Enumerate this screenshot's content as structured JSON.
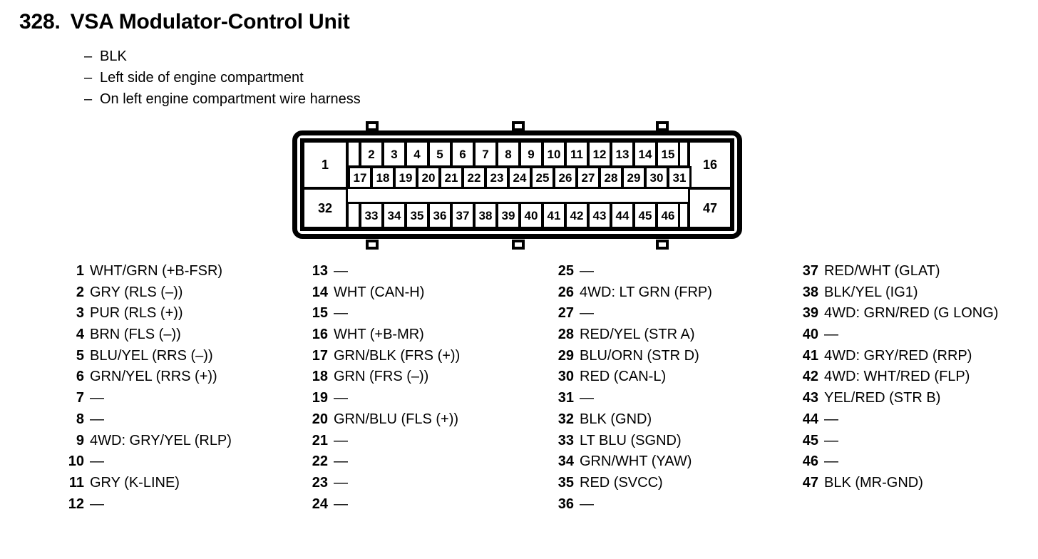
{
  "header": {
    "number": "328.",
    "title": "VSA Modulator-Control Unit",
    "notes": [
      "BLK",
      "Left side of engine compartment",
      "On left engine compartment wire harness"
    ],
    "dash": "–"
  },
  "connector": {
    "name": "47-pin connector pinout diagram",
    "row_top": [
      "1",
      "2",
      "3",
      "4",
      "5",
      "6",
      "7",
      "8",
      "9",
      "10",
      "11",
      "12",
      "13",
      "14",
      "15",
      "16"
    ],
    "row_mid": [
      "17",
      "18",
      "19",
      "20",
      "21",
      "22",
      "23",
      "24",
      "25",
      "26",
      "27",
      "28",
      "29",
      "30",
      "31"
    ],
    "row_bottom_left": "32",
    "row_bottom": [
      "33",
      "34",
      "35",
      "36",
      "37",
      "38",
      "39",
      "40",
      "41",
      "42",
      "43",
      "44",
      "45",
      "46"
    ],
    "row_bottom_right": "47",
    "tab_count": 6
  },
  "pins": {
    "empty_marker": "—",
    "columns": [
      {
        "name": "column-1",
        "items": [
          {
            "num": "1",
            "desc": "WHT/GRN (+B-FSR)"
          },
          {
            "num": "2",
            "desc": "GRY (RLS (–))"
          },
          {
            "num": "3",
            "desc": "PUR (RLS (+))"
          },
          {
            "num": "4",
            "desc": "BRN (FLS (–))"
          },
          {
            "num": "5",
            "desc": "BLU/YEL (RRS (–))"
          },
          {
            "num": "6",
            "desc": "GRN/YEL (RRS (+))"
          },
          {
            "num": "7",
            "desc": "—"
          },
          {
            "num": "8",
            "desc": "—"
          },
          {
            "num": "9",
            "desc": "4WD: GRY/YEL (RLP)"
          },
          {
            "num": "10",
            "desc": "—"
          },
          {
            "num": "11",
            "desc": "GRY (K-LINE)"
          },
          {
            "num": "12",
            "desc": "—"
          }
        ]
      },
      {
        "name": "column-2",
        "items": [
          {
            "num": "13",
            "desc": "—"
          },
          {
            "num": "14",
            "desc": "WHT (CAN-H)"
          },
          {
            "num": "15",
            "desc": "—"
          },
          {
            "num": "16",
            "desc": "WHT (+B-MR)"
          },
          {
            "num": "17",
            "desc": "GRN/BLK (FRS (+))"
          },
          {
            "num": "18",
            "desc": "GRN (FRS (–))"
          },
          {
            "num": "19",
            "desc": "—"
          },
          {
            "num": "20",
            "desc": "GRN/BLU (FLS (+))"
          },
          {
            "num": "21",
            "desc": "—"
          },
          {
            "num": "22",
            "desc": "—"
          },
          {
            "num": "23",
            "desc": "—"
          },
          {
            "num": "24",
            "desc": "—"
          }
        ]
      },
      {
        "name": "column-3",
        "items": [
          {
            "num": "25",
            "desc": "—"
          },
          {
            "num": "26",
            "desc": "4WD: LT GRN (FRP)"
          },
          {
            "num": "27",
            "desc": "—"
          },
          {
            "num": "28",
            "desc": "RED/YEL (STR A)"
          },
          {
            "num": "29",
            "desc": "BLU/ORN (STR D)"
          },
          {
            "num": "30",
            "desc": "RED (CAN-L)"
          },
          {
            "num": "31",
            "desc": "—"
          },
          {
            "num": "32",
            "desc": "BLK (GND)"
          },
          {
            "num": "33",
            "desc": "LT BLU (SGND)"
          },
          {
            "num": "34",
            "desc": "GRN/WHT (YAW)"
          },
          {
            "num": "35",
            "desc": "RED (SVCC)"
          },
          {
            "num": "36",
            "desc": "—"
          }
        ]
      },
      {
        "name": "column-4",
        "items": [
          {
            "num": "37",
            "desc": "RED/WHT (GLAT)"
          },
          {
            "num": "38",
            "desc": "BLK/YEL (IG1)"
          },
          {
            "num": "39",
            "desc": "4WD: GRN/RED (G LONG)"
          },
          {
            "num": "40",
            "desc": "—"
          },
          {
            "num": "41",
            "desc": "4WD: GRY/RED (RRP)"
          },
          {
            "num": "42",
            "desc": "4WD: WHT/RED (FLP)"
          },
          {
            "num": "43",
            "desc": "YEL/RED (STR B)"
          },
          {
            "num": "44",
            "desc": "—"
          },
          {
            "num": "45",
            "desc": "—"
          },
          {
            "num": "46",
            "desc": "—"
          },
          {
            "num": "47",
            "desc": "BLK (MR-GND)"
          }
        ]
      }
    ]
  },
  "colors": {
    "ink": "#000000",
    "paper": "#ffffff"
  }
}
